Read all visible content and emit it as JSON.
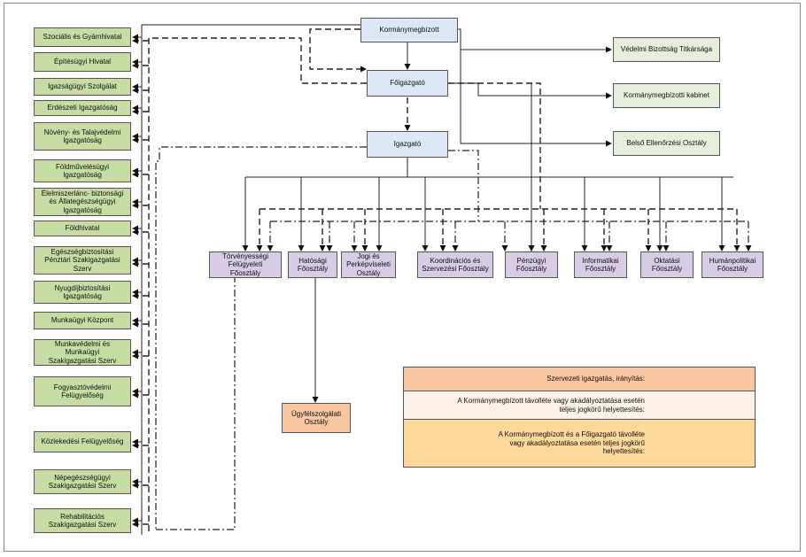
{
  "top": {
    "kormanymegbizott": "Kormánymegbízott",
    "foigazgato": "Főigazgató",
    "igazgato": "Igazgató"
  },
  "right_units": [
    "Védelmi Bizottság Titkársága",
    "Kormánymegbízotti kabinet",
    "Belső Ellenőrzési Osztály"
  ],
  "left_units": [
    "Szociális és Gyámhivatal",
    "Építésügyi Hivatal",
    "Igazságügyi Szolgálat",
    "Erdészeti Igazgatóság",
    "Növény- és Talajvédelmi\nIgazgatóság",
    "Földművelésügyi\nIgazgatóság",
    "Élelmiszerlánc- biztonsági\nés Állategészségügyi\nIgazgatóság",
    "Földhivatal",
    "Egészségbiztosítási\nPénztári Szakigazgatási\nSzerv",
    "Nyugdíjbiztosítási\nIgazgatóság",
    "Munkaügyi Központ",
    "Munkavédelmi és\nMunkaügyi\nSzakigazgatási Szerv",
    "Fogyasztóvédelmi\nFelügyelőség",
    "Közlekedési Felügyelőség",
    "Népegészségügyi\nSzakigazgatási Szerv",
    "Rehabilitációs\nSzakigazgatási Szerv"
  ],
  "departments": [
    "Törvényességi\nFelügyeleti\nFőosztály",
    "Hatósági\nFőosztály",
    "Jogi és\nPerképviseleti\nOsztály",
    "Koordinációs és\nSzervezési Főosztály",
    "Pénzügyi\nFőosztály",
    "Informatikai\nFőosztály",
    "Oktatási\nFőosztály",
    "Humánpolitikai\nFőosztály"
  ],
  "sub_unit": "Ügyfélszolgálati\nOsztály",
  "legend": {
    "solid": "Szervezeti igazgatás, irányítás:",
    "dashed": "A Kormánymegbízott távolléte vagy akadályoztatása esetén\nteljes jogkörű helyettesítés:",
    "dashdot": "A Kormánymegbízott és a Főigazgató távolléte\nvagy akadályoztatása esetén teljes jogkörű\nhelyettesítés:"
  },
  "colors": {
    "left_unit": "#c6dca2",
    "right_unit": "#e5eedb",
    "leadership": "#dce6f4",
    "department": "#d8cbe6",
    "sub_unit": "#f8c6a0",
    "legend_row1": "#f8c6a0",
    "legend_row2": "#fdf0e6",
    "legend_row3": "#fcd89a"
  }
}
